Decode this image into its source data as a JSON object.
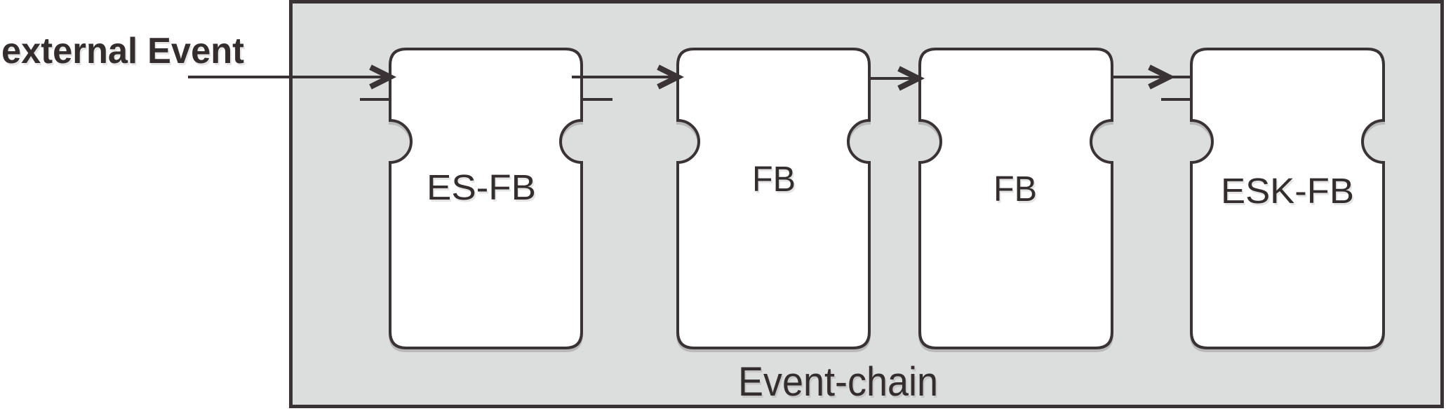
{
  "external_event": {
    "label": "external Event"
  },
  "event_chain": {
    "label": "Event-chain",
    "blocks": [
      {
        "label": "ES-FB"
      },
      {
        "label": "FB"
      },
      {
        "label": "FB"
      },
      {
        "label": "ESK-FB"
      }
    ]
  },
  "colors": {
    "background": "#ffffff",
    "container_fill": "#dcdddd",
    "block_fill": "#ffffff",
    "outline": "#3a3335",
    "text": "#342d2e"
  }
}
